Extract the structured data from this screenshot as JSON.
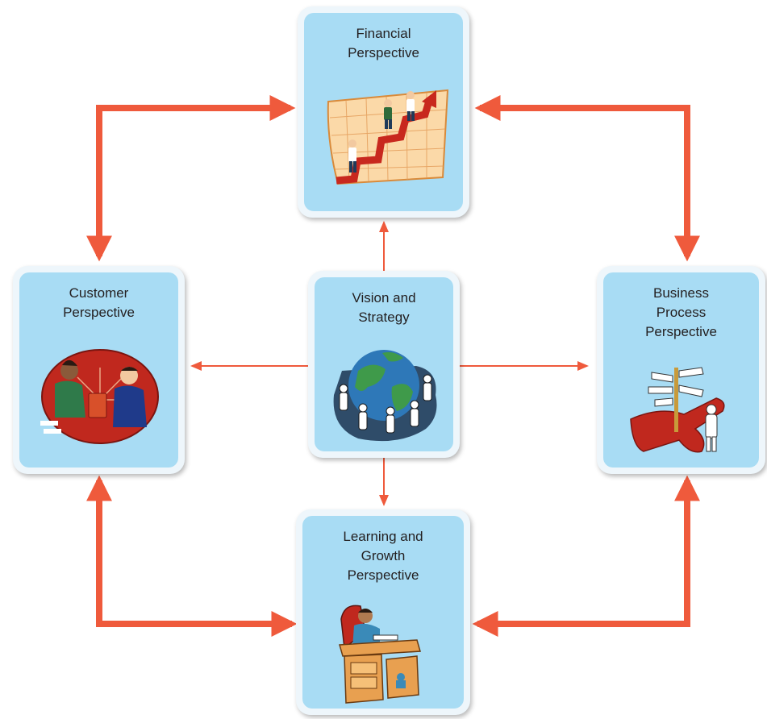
{
  "diagram": {
    "arrow_color": "#ef5a3c",
    "card_fill": "#a8dcf4",
    "card_border": "#eef6fb",
    "nodes": {
      "financial": {
        "label": "Financial\nPerspective",
        "illustration": "business-people-climbing-growth-chart"
      },
      "customer": {
        "label": "Customer\nPerspective",
        "illustration": "customer-handshake-exchange"
      },
      "vision": {
        "label": "Vision and\nStrategy",
        "illustration": "people-holding-hands-around-globe"
      },
      "business_process": {
        "label": "Business\nProcess\nPerspective",
        "illustration": "person-at-signpost-crossroads"
      },
      "learning": {
        "label": "Learning and\nGrowth\nPerspective",
        "illustration": "person-studying-at-desk"
      }
    }
  }
}
